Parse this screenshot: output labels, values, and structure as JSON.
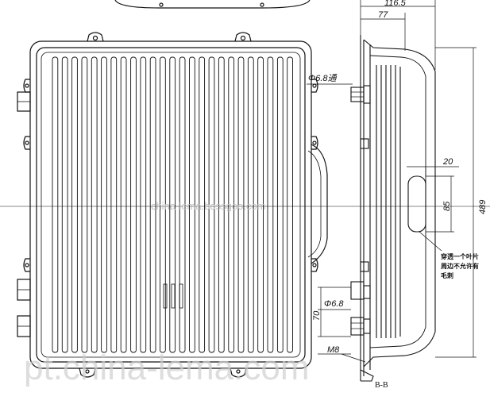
{
  "dimensions": {
    "top_overall": "116.5",
    "top_inner": "77",
    "hole_upper": "Φ6.8通",
    "width_20": "20",
    "height_85": "85",
    "height_489": "489",
    "hole_lower": "Φ6.8",
    "dim_70": "70",
    "thread": "M8"
  },
  "notes": {
    "line1": "穿透一个叶片",
    "line2": "周边不允许有",
    "line3": "毛刺"
  },
  "section_label": "B-B",
  "watermark": {
    "center": "china-lema.bossgoo.com",
    "bottom": "pt.china-lema.com"
  },
  "colors": {
    "line": "#111111",
    "watermark": "#c8c8c8"
  }
}
